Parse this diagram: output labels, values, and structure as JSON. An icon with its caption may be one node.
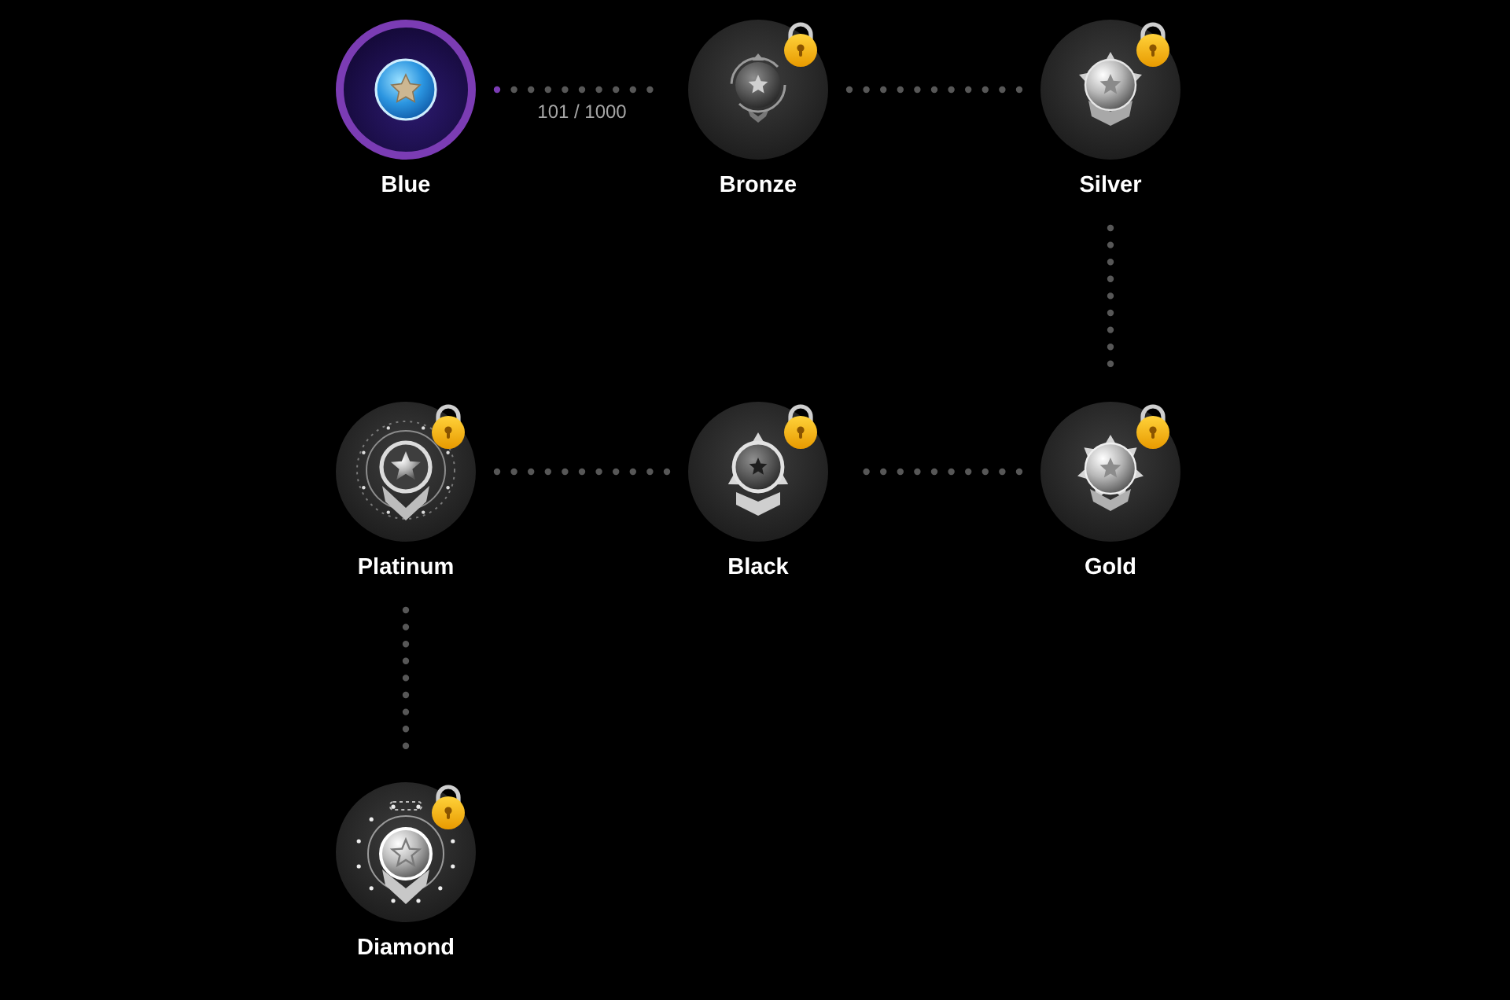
{
  "diagram": {
    "nodes": [
      {
        "text": [
          "Blue"
        ]
      },
      {
        "text": [
          "Bronze"
        ]
      },
      {
        "text": [
          "Silver"
        ]
      },
      {
        "text": [
          "Platinum"
        ]
      },
      {
        "text": [
          "Black"
        ]
      },
      {
        "text": [
          "Gold"
        ]
      },
      {
        "text": [
          "Diamond"
        ]
      }
    ],
    "edges": [
      {
        "from": 0,
        "to": 1,
        "arrow": "none",
        "label": "101 / 1000",
        "style": "dashed"
      },
      {
        "from": 1,
        "to": 2,
        "arrow": "none",
        "style": "dashed"
      },
      {
        "from": 2,
        "to": 5,
        "arrow": "none",
        "style": "dashed"
      },
      {
        "from": 5,
        "to": 4,
        "arrow": "none",
        "style": "dashed"
      },
      {
        "from": 4,
        "to": 3,
        "arrow": "none",
        "style": "dashed"
      },
      {
        "from": 3,
        "to": 6,
        "arrow": "none",
        "style": "dashed"
      }
    ]
  }
}
